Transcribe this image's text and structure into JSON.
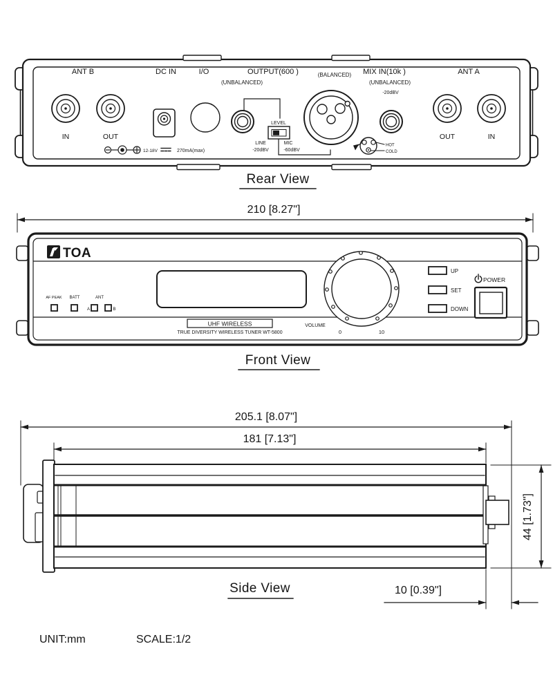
{
  "doc": {
    "unit": "UNIT:mm",
    "scale": "SCALE:1/2"
  },
  "rear": {
    "title": "Rear View",
    "ant_b": "ANT B",
    "ant_b_in": "IN",
    "ant_b_out": "OUT",
    "dc_in": "DC IN",
    "io": "I/O",
    "output": "OUTPUT(600 )",
    "output_sub": "(UNBALANCED)",
    "xlr_balanced": "(BALANCED)",
    "level": "LEVEL",
    "line": "LINE",
    "line_db": "-20dBV",
    "mic": "MIC",
    "mic_db": "-60dBV",
    "mix_in": "MIX IN(10k )",
    "mix_sub": "(UNBALANCED)",
    "mix_db": "-20dBV",
    "hot": "HOT",
    "cold": "COLD",
    "ant_a": "ANT A",
    "ant_a_out": "OUT",
    "ant_a_in": "IN",
    "power_voltage": "12-18V",
    "power_current": "270mA(max)"
  },
  "front": {
    "title": "Front View",
    "dim_width": "210 [8.27\"]",
    "brand": "TOA",
    "led_af_peak": "AF PEAK",
    "led_batt": "BATT",
    "led_ant": "ANT",
    "ant_a": "A",
    "ant_b": "B",
    "badge": "UHF WIRELESS",
    "model": "TRUE DIVERSITY WIRELESS TUNER WT-5800",
    "volume": "VOLUME",
    "vol_min": "0",
    "vol_max": "10",
    "btn_up": "UP",
    "btn_set": "SET",
    "btn_down": "DOWN",
    "power": "POWER"
  },
  "side": {
    "title": "Side View",
    "dim_total": "205.1 [8.07\"]",
    "dim_body": "181 [7.13\"]",
    "dim_height": "44 [1.73\"]",
    "dim_depth": "10 [0.39\"]"
  }
}
